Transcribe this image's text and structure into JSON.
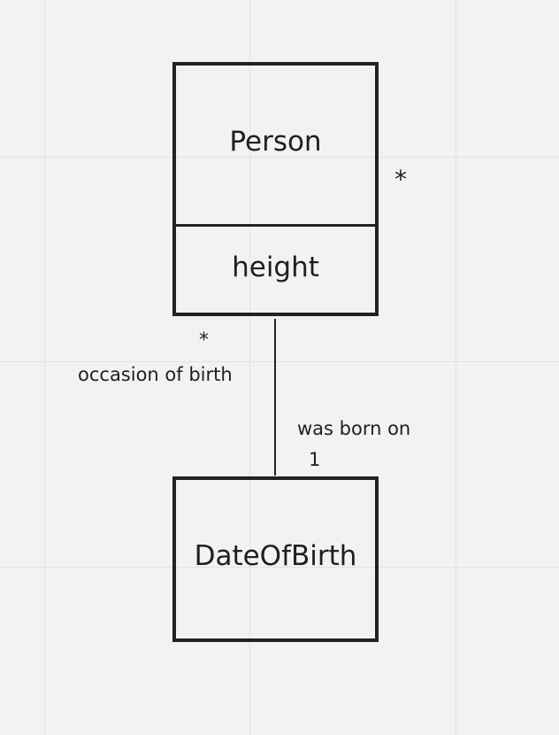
{
  "classes": {
    "person": {
      "name": "Person",
      "attribute": "height"
    },
    "date_of_birth": {
      "name": "DateOfBirth"
    }
  },
  "association": {
    "role_top": "occasion of birth",
    "multiplicity_top_left": "*",
    "multiplicity_top_right": "*",
    "role_bottom": "was born on",
    "multiplicity_bottom": "1"
  },
  "colors": {
    "background": "#f2f2f2",
    "grid": "#e2e2e2",
    "stroke": "#222222"
  }
}
